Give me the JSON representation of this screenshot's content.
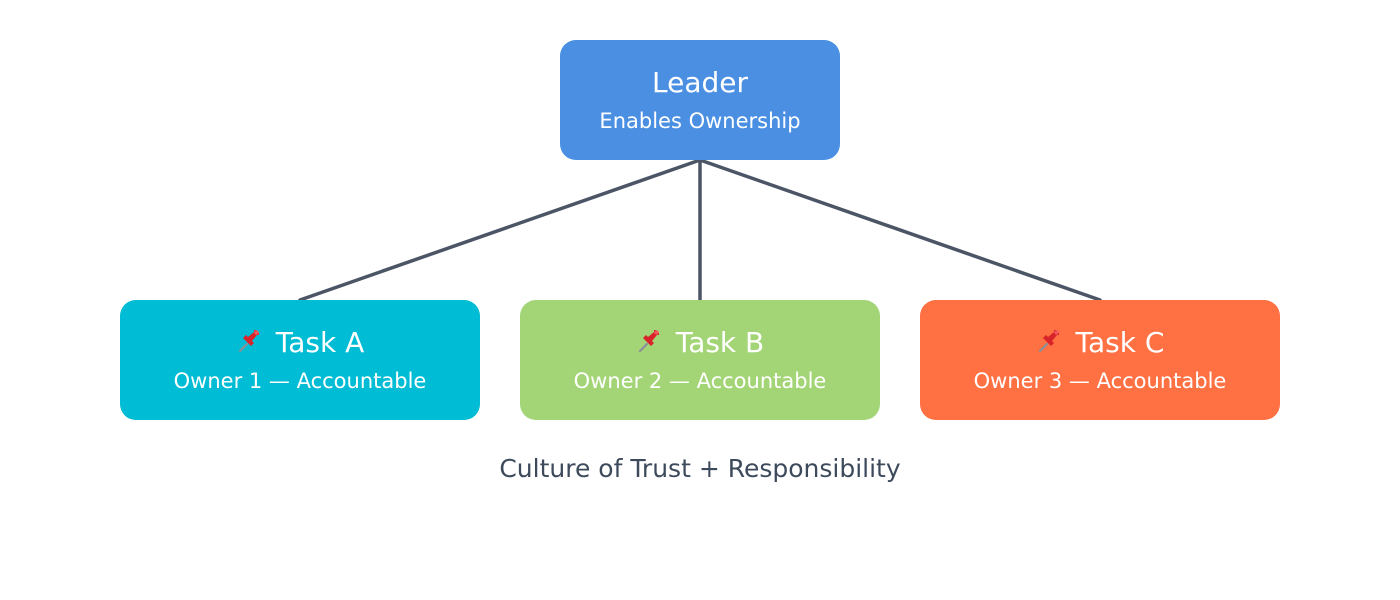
{
  "leader": {
    "title": "Leader",
    "subtitle": "Enables Ownership",
    "color": "#4a8fe2"
  },
  "tasks": [
    {
      "title": "Task A",
      "owner": "Owner 1 — Accountable",
      "color": "#00bcd4",
      "icon": "pushpin-icon"
    },
    {
      "title": "Task B",
      "owner": "Owner 2 — Accountable",
      "color": "#a3d576",
      "icon": "pushpin-icon"
    },
    {
      "title": "Task C",
      "owner": "Owner 3 — Accountable",
      "color": "#ff7043",
      "icon": "pushpin-icon"
    }
  ],
  "caption": "Culture of Trust + Responsibility",
  "connector_color": "#4b5565"
}
